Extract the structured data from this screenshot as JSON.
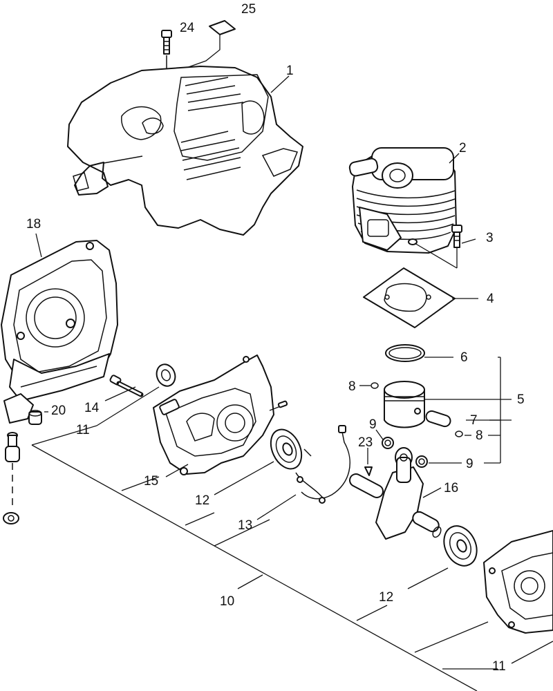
{
  "diagram": {
    "callouts": [
      {
        "id": "c25",
        "label": "25"
      },
      {
        "id": "c24",
        "label": "24"
      },
      {
        "id": "c1",
        "label": "1"
      },
      {
        "id": "c2",
        "label": "2"
      },
      {
        "id": "c3",
        "label": "3"
      },
      {
        "id": "c4",
        "label": "4"
      },
      {
        "id": "c18",
        "label": "18"
      },
      {
        "id": "c6",
        "label": "6"
      },
      {
        "id": "c8a",
        "label": "8"
      },
      {
        "id": "c5",
        "label": "5"
      },
      {
        "id": "c14",
        "label": "14"
      },
      {
        "id": "c20",
        "label": "20"
      },
      {
        "id": "c11a",
        "label": "11"
      },
      {
        "id": "c9a",
        "label": "9"
      },
      {
        "id": "c7",
        "label": "7"
      },
      {
        "id": "c8b",
        "label": "8"
      },
      {
        "id": "c23",
        "label": "23"
      },
      {
        "id": "c9b",
        "label": "9"
      },
      {
        "id": "c15",
        "label": "15"
      },
      {
        "id": "c16",
        "label": "16"
      },
      {
        "id": "c12a",
        "label": "12"
      },
      {
        "id": "c13",
        "label": "13"
      },
      {
        "id": "c10",
        "label": "10"
      },
      {
        "id": "c12b",
        "label": "12"
      },
      {
        "id": "c11b",
        "label": "11"
      }
    ]
  }
}
